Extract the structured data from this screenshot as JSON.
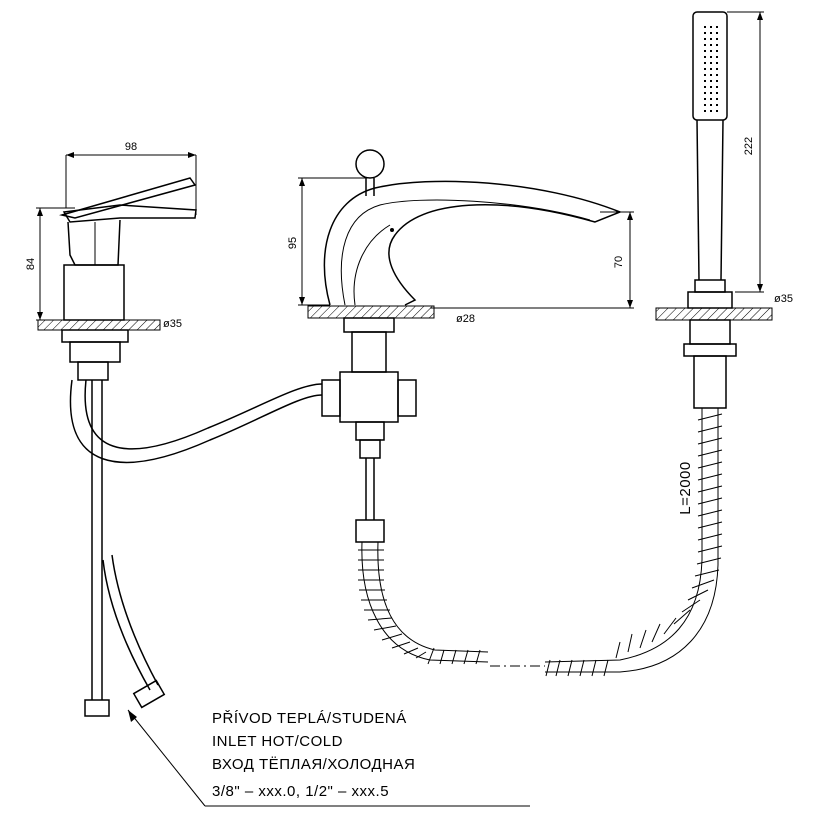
{
  "dimensions": {
    "mixer_width": "98",
    "mixer_height": "84",
    "mixer_base_dia": "ø35",
    "spout_height": "95",
    "spout_outlet_height": "70",
    "spout_base_dia": "ø28",
    "shower_length": "222",
    "shower_base_dia": "ø35",
    "hose_length": "L=2000"
  },
  "notes": {
    "line1": "PŘÍVOD TEPLÁ/STUDENÁ",
    "line2": "INLET HOT/COLD",
    "line3": "ВХОД ТЁПЛАЯ/ХОЛОДНАЯ",
    "line4": "3/8\" – xxx.0, 1/2\" – xxx.5"
  }
}
